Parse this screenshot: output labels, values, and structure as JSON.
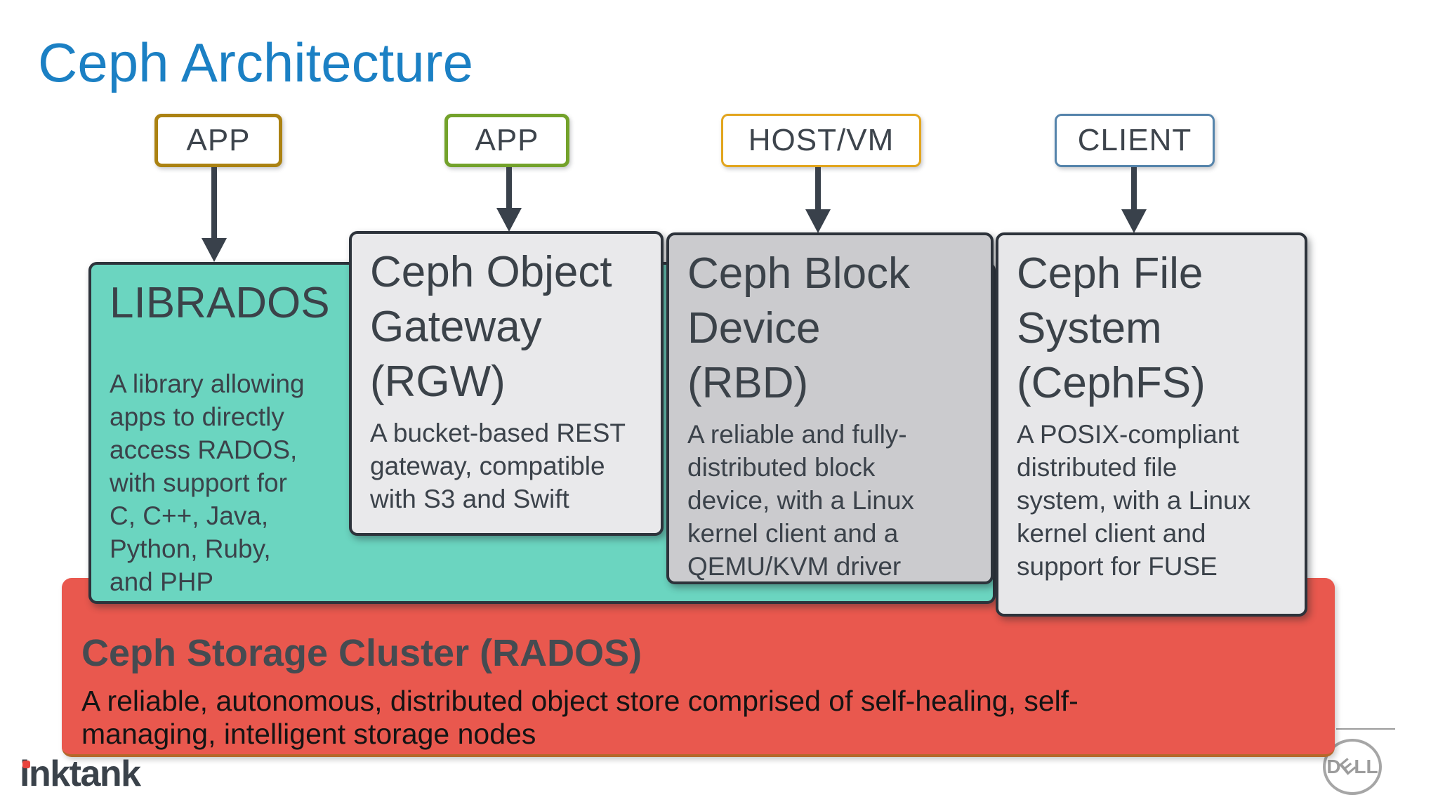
{
  "page": {
    "title": "Ceph Architecture",
    "background": "#ffffff"
  },
  "colors": {
    "title_blue": "#1b80c4",
    "text_slate": "#3b424a",
    "arrow": "#39414b",
    "box_border": "#2d333b",
    "librados_teal": "#6bd5c0",
    "rgw_gray": "#e9e9eb",
    "rbd_gray": "#cbcbce",
    "cephfs_gray": "#e7e7e9",
    "rados_red": "#e9584e",
    "app1_border_gold": "#ab8212",
    "app2_border_green": "#73a22b",
    "hostvm_border_amber": "#e2a51e",
    "client_border_steel": "#5584ab",
    "inktank_dot_red": "#e8443e",
    "dell_gray": "#9c9c9c"
  },
  "top_boxes": [
    {
      "label": "APP"
    },
    {
      "label": "APP"
    },
    {
      "label": "HOST/VM"
    },
    {
      "label": "CLIENT"
    }
  ],
  "columns": [
    {
      "title": "LIBRADOS",
      "body": "A library allowing\napps to directly\naccess RADOS,\nwith support for\nC, C++, Java,\nPython, Ruby,\nand PHP"
    },
    {
      "title": "Ceph Object\nGateway\n(RGW)",
      "body": "A bucket-based REST\ngateway, compatible\nwith S3 and Swift"
    },
    {
      "title": "Ceph Block\nDevice\n(RBD)",
      "body": "A reliable and fully-\ndistributed block\ndevice, with a Linux\nkernel client and a\nQEMU/KVM driver"
    },
    {
      "title": "Ceph File\nSystem\n(CephFS)",
      "body": "A POSIX-compliant\ndistributed file\nsystem, with a Linux\nkernel client and\nsupport for FUSE"
    }
  ],
  "storage_cluster": {
    "title": "Ceph Storage Cluster (RADOS)",
    "description": "A reliable, autonomous, distributed object store comprised of self-healing, self-\nmanaging, intelligent storage nodes"
  },
  "footer": {
    "logo_left": "inktank",
    "dell_letters": [
      "D",
      "E",
      "L",
      "L"
    ]
  }
}
